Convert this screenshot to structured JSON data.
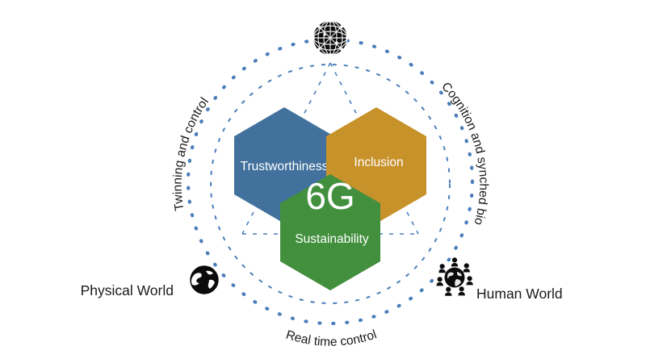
{
  "diagram": {
    "title_center": "6G",
    "background_color": "#ffffff",
    "dash_color": "#4A7EBB",
    "text_color": "#1a1a1a",
    "hexagons": [
      {
        "id": "trustworthiness",
        "label": "Trustworthiness",
        "color": "#41719C",
        "text_color": "#ffffff"
      },
      {
        "id": "inclusion",
        "label": "Inclusion",
        "color": "#C8922B",
        "text_color": "#ffffff"
      },
      {
        "id": "sustainability",
        "label": "Sustainability",
        "color": "#42903E",
        "text_color": "#ffffff"
      }
    ],
    "arc_labels": [
      {
        "id": "twinning",
        "label": "Twinning and control"
      },
      {
        "id": "cognition",
        "label": "Cognition and synched bio"
      },
      {
        "id": "realtime",
        "label": "Real time control"
      }
    ],
    "world_labels": [
      {
        "id": "physical-world",
        "label": "Physical World",
        "icon": "globe-icon"
      },
      {
        "id": "human-world",
        "label": "Human World",
        "icon": "people-globe-icon"
      }
    ],
    "icons": [
      {
        "id": "digital-world",
        "name": "network-globe-icon"
      }
    ]
  }
}
